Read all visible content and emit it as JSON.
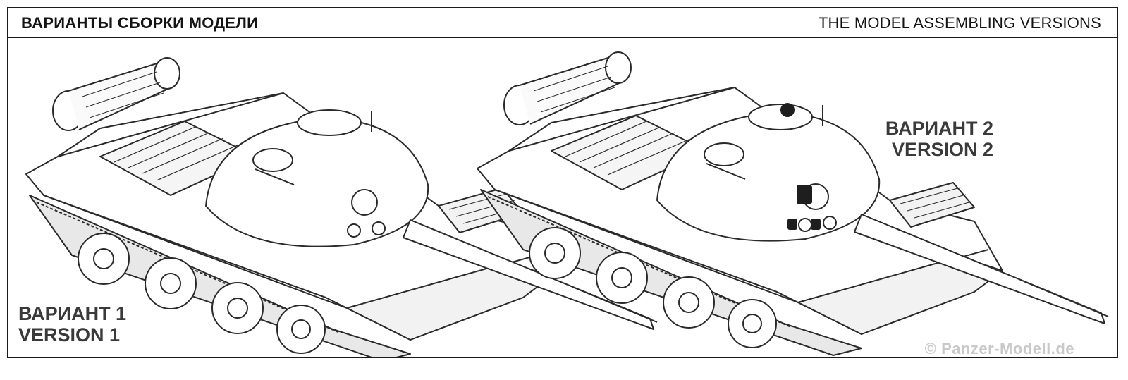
{
  "header": {
    "title_ru": "ВАРИАНТЫ СБОРКИ МОДЕЛИ",
    "title_en": "THE MODEL ASSEMBLING VERSIONS"
  },
  "versions": [
    {
      "ru": "ВАРИАНТ 1",
      "en": "VERSION 1"
    },
    {
      "ru": "ВАРИАНТ 2",
      "en": "VERSION 2"
    }
  ],
  "watermark": "© Panzer-Modell.de"
}
